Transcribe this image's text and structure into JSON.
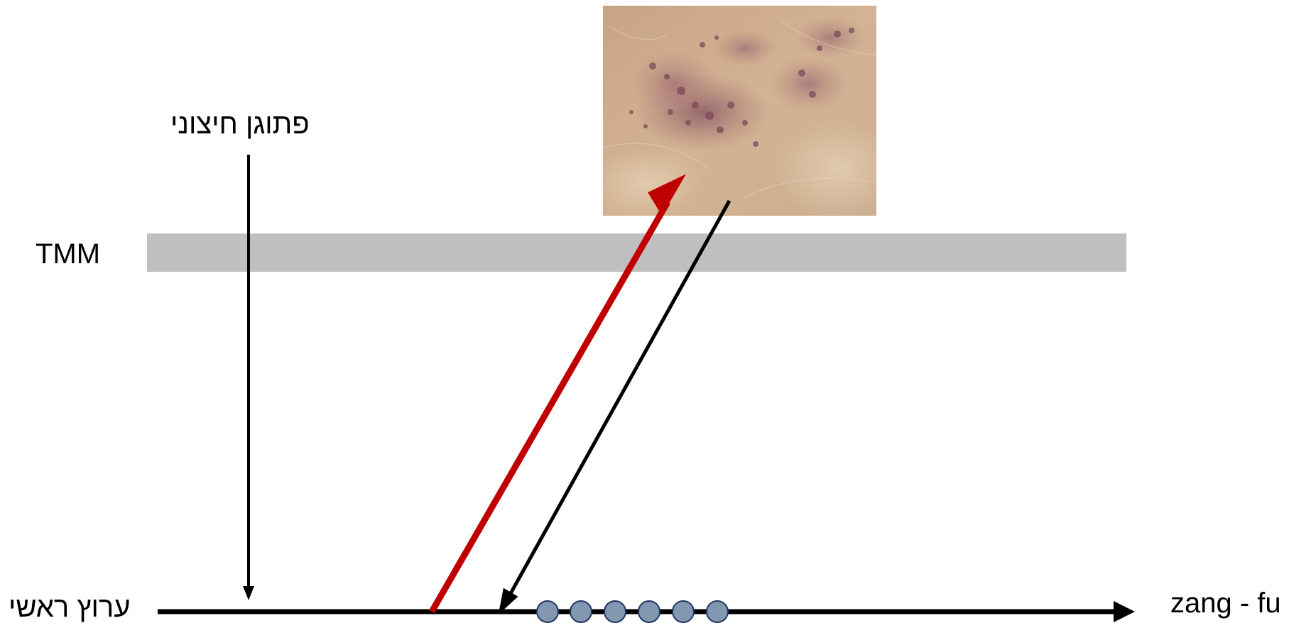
{
  "labels": {
    "external_pathogen": "פתוגן חיצוני",
    "tmm": "TMM",
    "main_channel": "ערוץ ראשי",
    "zang_fu": "zang - fu"
  },
  "diagram": {
    "channel_nodes": 6,
    "colors": {
      "red_arrow": "#c00000",
      "black_arrow": "#000000",
      "tmm_band": "#bfbfbf",
      "node_fill": "#8497b0"
    },
    "image": "skin-rash-photo"
  }
}
